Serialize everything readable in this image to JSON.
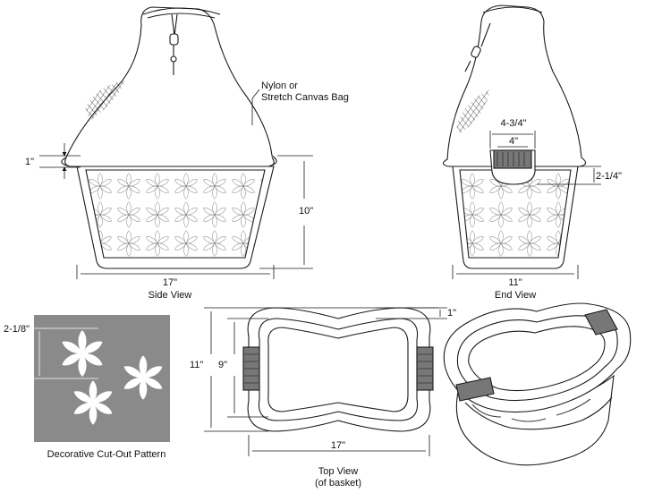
{
  "labels": {
    "bag": [
      "Nylon or",
      "Stretch Canvas Bag"
    ],
    "side_view": "Side View",
    "end_view": "End View",
    "pattern": "Decorative Cut-Out Pattern",
    "top_view": [
      "Top View",
      "(of basket)"
    ]
  },
  "dimensions": {
    "side_rim": "1\"",
    "side_height": "10\"",
    "side_width": "17\"",
    "end_handle_outer": "4-3/4\"",
    "end_handle_inner": "4\"",
    "end_handle_depth": "2-1/4\"",
    "end_width": "11\"",
    "pattern_size": "2-1/8\"",
    "top_rim": "1\"",
    "top_outer_width": "11\"",
    "top_inner_width": "9\"",
    "top_length": "17\""
  },
  "colors": {
    "line": "#1a1a1a",
    "pattern_bg": "#8a8a8a",
    "handle_grip": "#777777"
  }
}
